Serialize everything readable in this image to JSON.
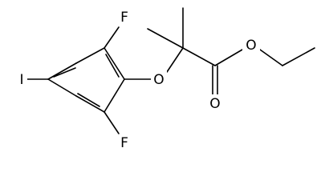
{
  "molecule": {
    "atoms": {
      "iodine": "I",
      "fluorine_top": "F",
      "fluorine_bottom": "F",
      "ether_oxygen": "O",
      "ester_oxygen": "O",
      "carbonyl_oxygen": "O"
    }
  }
}
